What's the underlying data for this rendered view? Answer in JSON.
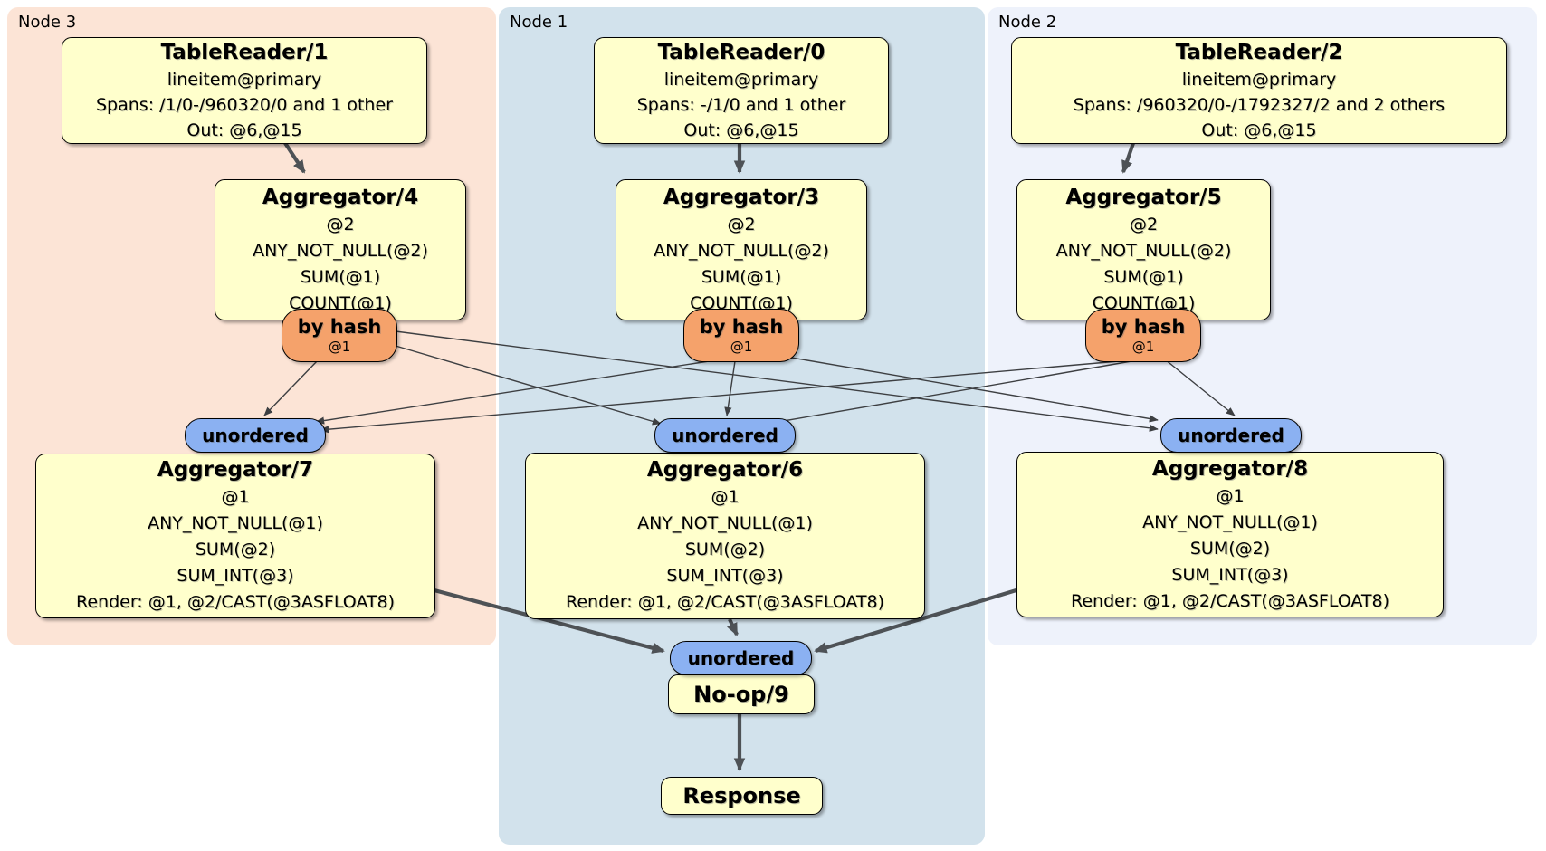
{
  "node_groups": [
    {
      "label": "Node 3",
      "table_reader": {
        "title": "TableReader/1",
        "lines": [
          "lineitem@primary",
          "Spans: /1/0-/960320/0 and 1 other",
          "Out: @6,@15"
        ]
      },
      "stage1_aggregator": {
        "title": "Aggregator/4",
        "lines": [
          "@2",
          "ANY_NOT_NULL(@2)",
          "SUM(@1)",
          "COUNT(@1)"
        ]
      },
      "router": {
        "label": "by hash",
        "key": "@1"
      },
      "synchronizer": {
        "label": "unordered"
      },
      "stage2_aggregator": {
        "title": "Aggregator/7",
        "lines": [
          "@1",
          "ANY_NOT_NULL(@1)",
          "SUM(@2)",
          "SUM_INT(@3)",
          "Render: @1, @2/CAST(@3ASFLOAT8)"
        ]
      }
    },
    {
      "label": "Node 1",
      "table_reader": {
        "title": "TableReader/0",
        "lines": [
          "lineitem@primary",
          "Spans: -/1/0 and 1 other",
          "Out: @6,@15"
        ]
      },
      "stage1_aggregator": {
        "title": "Aggregator/3",
        "lines": [
          "@2",
          "ANY_NOT_NULL(@2)",
          "SUM(@1)",
          "COUNT(@1)"
        ]
      },
      "router": {
        "label": "by hash",
        "key": "@1"
      },
      "synchronizer": {
        "label": "unordered"
      },
      "stage2_aggregator": {
        "title": "Aggregator/6",
        "lines": [
          "@1",
          "ANY_NOT_NULL(@1)",
          "SUM(@2)",
          "SUM_INT(@3)",
          "Render: @1, @2/CAST(@3ASFLOAT8)"
        ]
      }
    },
    {
      "label": "Node 2",
      "table_reader": {
        "title": "TableReader/2",
        "lines": [
          "lineitem@primary",
          "Spans: /960320/0-/1792327/2 and 2 others",
          "Out: @6,@15"
        ]
      },
      "stage1_aggregator": {
        "title": "Aggregator/5",
        "lines": [
          "@2",
          "ANY_NOT_NULL(@2)",
          "SUM(@1)",
          "COUNT(@1)"
        ]
      },
      "router": {
        "label": "by hash",
        "key": "@1"
      },
      "synchronizer": {
        "label": "unordered"
      },
      "stage2_aggregator": {
        "title": "Aggregator/8",
        "lines": [
          "@1",
          "ANY_NOT_NULL(@1)",
          "SUM(@2)",
          "SUM_INT(@3)",
          "Render: @1, @2/CAST(@3ASFLOAT8)"
        ]
      }
    }
  ],
  "final_stage": {
    "synchronizer": {
      "label": "unordered"
    },
    "noop": {
      "title": "No-op/9"
    },
    "response": {
      "title": "Response"
    }
  },
  "edges": {
    "thick": [
      "TableReader/1 -> Aggregator/4",
      "TableReader/0 -> Aggregator/3",
      "TableReader/2 -> Aggregator/5",
      "Aggregator/7 -> final unordered",
      "Aggregator/6 -> final unordered",
      "Aggregator/8 -> final unordered",
      "No-op/9 -> Response"
    ],
    "router_fanout": "each 'by hash' router -> all three 'unordered' synchronizers"
  },
  "colors": {
    "node3_bg": "#fce4d6",
    "node1_bg": "#d2e2ec",
    "node2_bg": "#eef2fb",
    "box_bg": "#ffffcc",
    "box_border": "#000000",
    "router_bg": "#f5a26b",
    "sync_bg": "#8bb1f2",
    "edge_thick": "#4e5256",
    "edge_thin": "#3d3f42"
  }
}
